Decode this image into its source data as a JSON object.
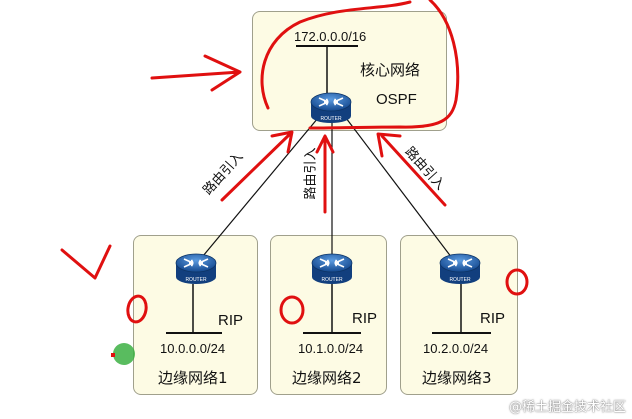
{
  "core": {
    "network": "172.0.0.0/16",
    "name": "核心网络",
    "protocol": "OSPF",
    "router_label": "ROUTER"
  },
  "edges": [
    {
      "network": "10.0.0.0/24",
      "protocol": "RIP",
      "name": "边缘网络1",
      "router_label": "ROUTER"
    },
    {
      "network": "10.1.0.0/24",
      "protocol": "RIP",
      "name": "边缘网络2",
      "router_label": "ROUTER"
    },
    {
      "network": "10.2.0.0/24",
      "protocol": "RIP",
      "name": "边缘网络3",
      "router_label": "ROUTER"
    }
  ],
  "links": [
    {
      "label": "路由引入"
    },
    {
      "label": "路由引入"
    },
    {
      "label": "路由引入"
    }
  ],
  "colors": {
    "box_fill": "#fdfbe4",
    "box_border": "#a0a08c",
    "router_blue": "#1f5fb0",
    "annotation_red": "#e01010",
    "dot_green": "#3cb043"
  },
  "watermark": "@稀土掘金技术社区"
}
